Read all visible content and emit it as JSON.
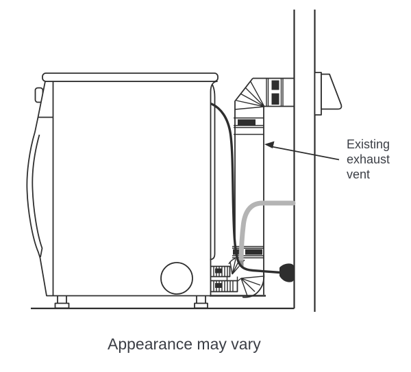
{
  "diagram": {
    "callout": {
      "lines": [
        "Existing",
        "exhaust",
        "vent"
      ]
    },
    "caption": "Appearance may vary"
  },
  "colors": {
    "line": "#2e2e2e",
    "hose": "#b4b4b4",
    "hose_tip": "#8f8f8f",
    "text": "#3b3e45",
    "background": "#ffffff"
  }
}
